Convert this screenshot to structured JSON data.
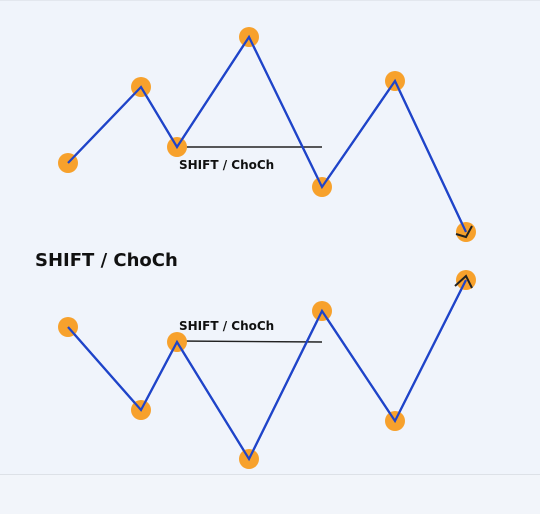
{
  "title": "SHIFT / ChoCh",
  "labels": {
    "top": "SHIFT / ChoCh",
    "bottom": "SHIFT / ChoCh"
  },
  "colors": {
    "background": "#f0f4fb",
    "line": "#1f44c9",
    "node": "#f7a12c",
    "level_line": "#222222",
    "text": "#111111"
  }
}
